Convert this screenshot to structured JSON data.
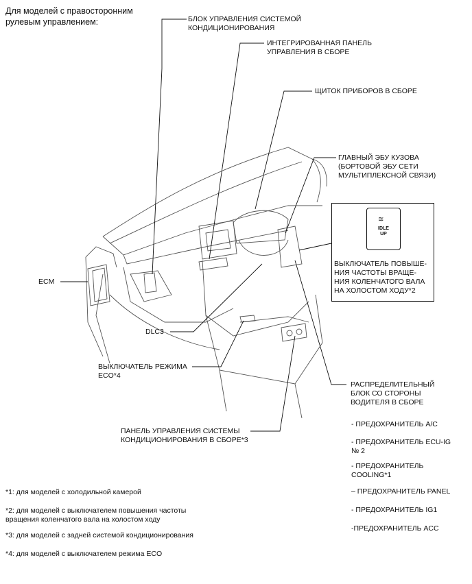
{
  "header": "Для моделей с правосторонним рулевым управлением:",
  "labels": {
    "ac_control_block": "БЛОК УПРАВЛЕНИЯ СИСТЕМОЙ КОНДИЦИОНИРОВАНИЯ",
    "integrated_panel": "ИНТЕГРИРОВАННАЯ ПАНЕЛЬ УПРАВЛЕНИЯ В СБОРЕ",
    "instrument_cluster": "ЩИТОК ПРИБОРОВ В СБОРЕ",
    "main_body_ecu": "ГЛАВНЫЙ ЭБУ КУЗОВА (БОРТОВОЙ ЭБУ СЕТИ МУЛЬТИПЛЕКСНОЙ СВЯЗИ)",
    "idle_up_switch": "ВЫКЛЮЧАТЕЛЬ ПОВЫШЕ-НИЯ ЧАСТОТЫ ВРАЩЕ-НИЯ КОЛЕНЧАТОГО ВАЛА НА ХОЛОСТОМ ХОДУ*2",
    "ecm": "ECM",
    "dlc3": "DLC3",
    "eco_switch": "ВЫКЛЮЧАТЕЛЬ РЕЖИМА ECO*4",
    "driver_junction_block": "РАСПРЕДЕЛИТЕЛЬНЫЙ БЛОК СО СТОРОНЫ ВОДИТЕЛЯ В СБОРЕ",
    "rear_ac_panel": "ПАНЕЛЬ УПРАВЛЕНИЯ СИСТЕМЫ КОНДИЦИОНИРОВАНИЯ В СБОРЕ*3"
  },
  "idle_up_button_text": "IDLE UP",
  "fuses": [
    "- ПРЕДОХРАНИТЕЛЬ A/C",
    "- ПРЕДОХРАНИТЕЛЬ ECU-IG № 2",
    "- ПРЕДОХРАНИТЕЛЬ COOLING*1",
    "– ПРЕДОХРАНИТЕЛЬ PANEL",
    "- ПРЕДОХРАНИТЕЛЬ IG1",
    "-ПРЕДОХРАНИТЕЛЬ ACC"
  ],
  "footnotes": [
    "*1: для моделей с холодильной камерой",
    "*2: для моделей с выключателем повышения частоты вращения коленчатого вала на холостом ходу",
    "*3: для моделей с задней системой кондиционирования",
    "*4: для моделей с выключателем режима ECO"
  ]
}
